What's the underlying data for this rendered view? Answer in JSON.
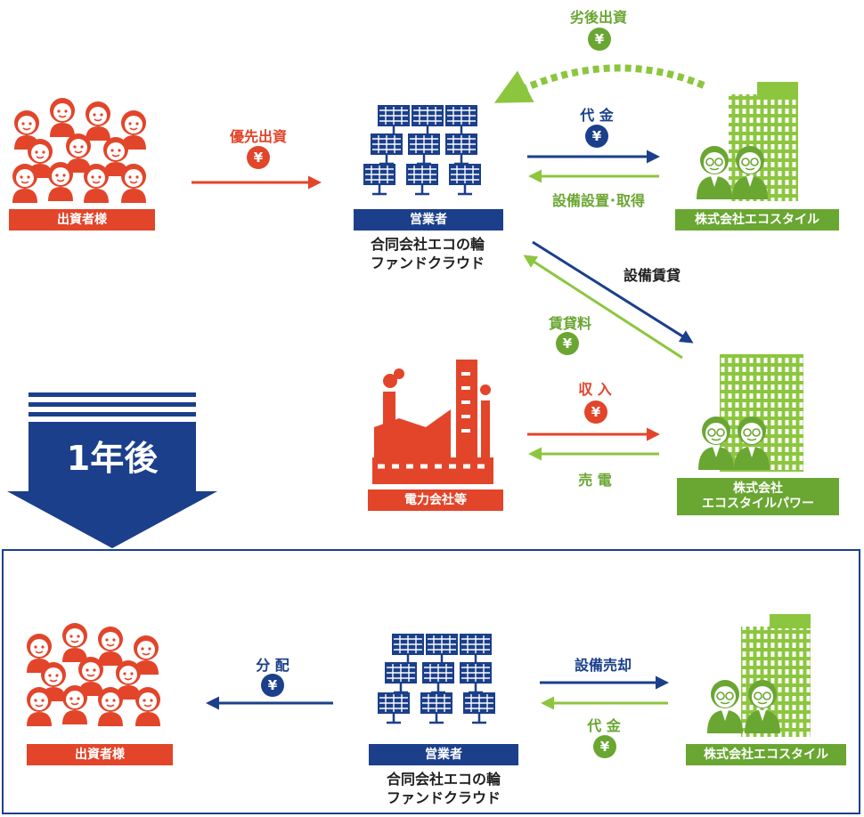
{
  "investors": {
    "label": "出資者様",
    "color": "#e2452a"
  },
  "operator": {
    "role": "営業者",
    "company_line1": "合同会社エコの輪",
    "company_line2": "ファンドクラウド",
    "color": "#1b3f8b"
  },
  "ecostyle": {
    "label": "株式会社エコスタイル",
    "color": "#6aa632"
  },
  "ecostyle_power": {
    "line1": "株式会社",
    "line2": "エコスタイルパワー"
  },
  "power_company": {
    "label": "電力会社等"
  },
  "flows": {
    "priority_investment": "優先出資",
    "subordinated_investment": "劣後出資",
    "payment": "代 金",
    "equipment_installation": "設備設置･取得",
    "equipment_lease": "設備賃貸",
    "lease_fee": "賃貸料",
    "revenue": "収 入",
    "electricity_sale": "売 電",
    "distribution": "分 配",
    "equipment_sale": "設備売却",
    "payment_bottom": "代 金"
  },
  "yen_symbol": "¥",
  "later": "1年後"
}
